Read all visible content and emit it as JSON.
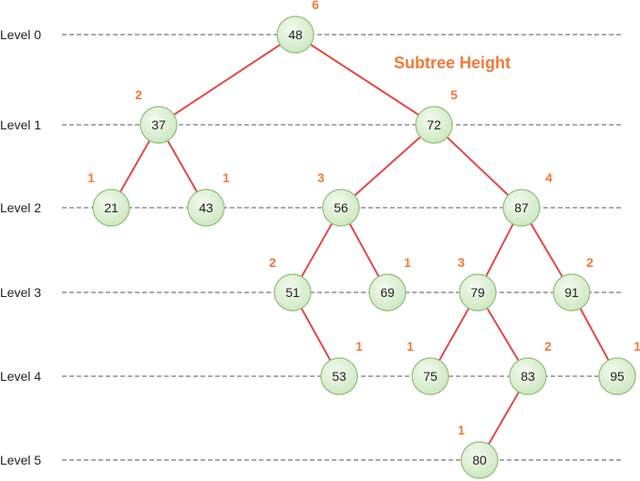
{
  "title": "Subtree Height",
  "colors": {
    "accent": "#ef7a3a",
    "edge": "#e04848",
    "node_fill_light": "#f3faef",
    "node_fill_dark": "#cfe8c2",
    "node_stroke": "#8fbf7a",
    "level_line": "#777777"
  },
  "levels": [
    "Level 0",
    "Level 1",
    "Level 2",
    "Level 3",
    "Level 4",
    "Level 5"
  ],
  "nodes": [
    {
      "key": "48",
      "height": "6"
    },
    {
      "key": "37",
      "height": "2"
    },
    {
      "key": "72",
      "height": "5"
    },
    {
      "key": "21",
      "height": "1"
    },
    {
      "key": "43",
      "height": "1"
    },
    {
      "key": "56",
      "height": "3"
    },
    {
      "key": "87",
      "height": "4"
    },
    {
      "key": "51",
      "height": "2"
    },
    {
      "key": "69",
      "height": "1"
    },
    {
      "key": "79",
      "height": "3"
    },
    {
      "key": "91",
      "height": "2"
    },
    {
      "key": "53",
      "height": "1"
    },
    {
      "key": "75",
      "height": "1"
    },
    {
      "key": "83",
      "height": "2"
    },
    {
      "key": "95",
      "height": "1"
    },
    {
      "key": "80",
      "height": "1"
    }
  ],
  "edges": [
    [
      "48",
      "37"
    ],
    [
      "48",
      "72"
    ],
    [
      "37",
      "21"
    ],
    [
      "37",
      "43"
    ],
    [
      "72",
      "56"
    ],
    [
      "72",
      "87"
    ],
    [
      "56",
      "51"
    ],
    [
      "56",
      "69"
    ],
    [
      "87",
      "79"
    ],
    [
      "87",
      "91"
    ],
    [
      "51",
      "53"
    ],
    [
      "79",
      "75"
    ],
    [
      "79",
      "83"
    ],
    [
      "91",
      "95"
    ],
    [
      "83",
      "80"
    ]
  ]
}
